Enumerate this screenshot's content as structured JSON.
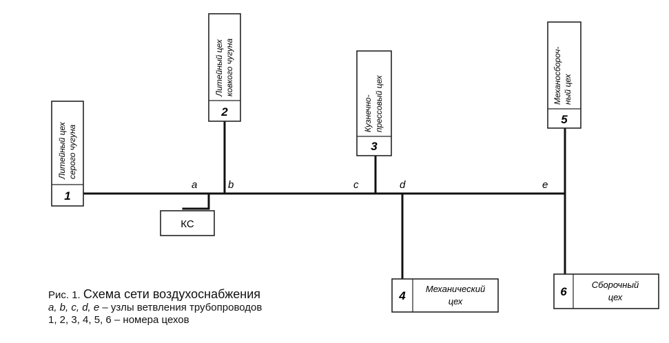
{
  "workshops": [
    {
      "id": "w1",
      "number": "1",
      "lines": [
        "Литейный цех",
        "серого чугуна"
      ]
    },
    {
      "id": "w2",
      "number": "2",
      "lines": [
        "Литейный цех",
        "ковкого чугуна"
      ]
    },
    {
      "id": "w3",
      "number": "3",
      "lines": [
        "Кузнечно-",
        "прессовый цех"
      ]
    },
    {
      "id": "w4",
      "number": "4",
      "lines": [
        "Механический",
        "цех"
      ]
    },
    {
      "id": "w5",
      "number": "5",
      "lines": [
        "Механосбороч-",
        "ный цех"
      ]
    },
    {
      "id": "w6",
      "number": "6",
      "lines": [
        "Сборочный",
        "цех"
      ]
    }
  ],
  "nodes": [
    "a",
    "b",
    "c",
    "d",
    "e"
  ],
  "compressor_label": "КС",
  "caption": {
    "prefix": "Рис. 1.",
    "title": "Схема сети воздухоснабжения",
    "nodes_legend_italic": "a, b, c, d, e",
    "nodes_legend_text": " – узлы ветвления трубопроводов",
    "numbers_legend": "1, 2, 3, 4, 5, 6 – номера цехов"
  }
}
